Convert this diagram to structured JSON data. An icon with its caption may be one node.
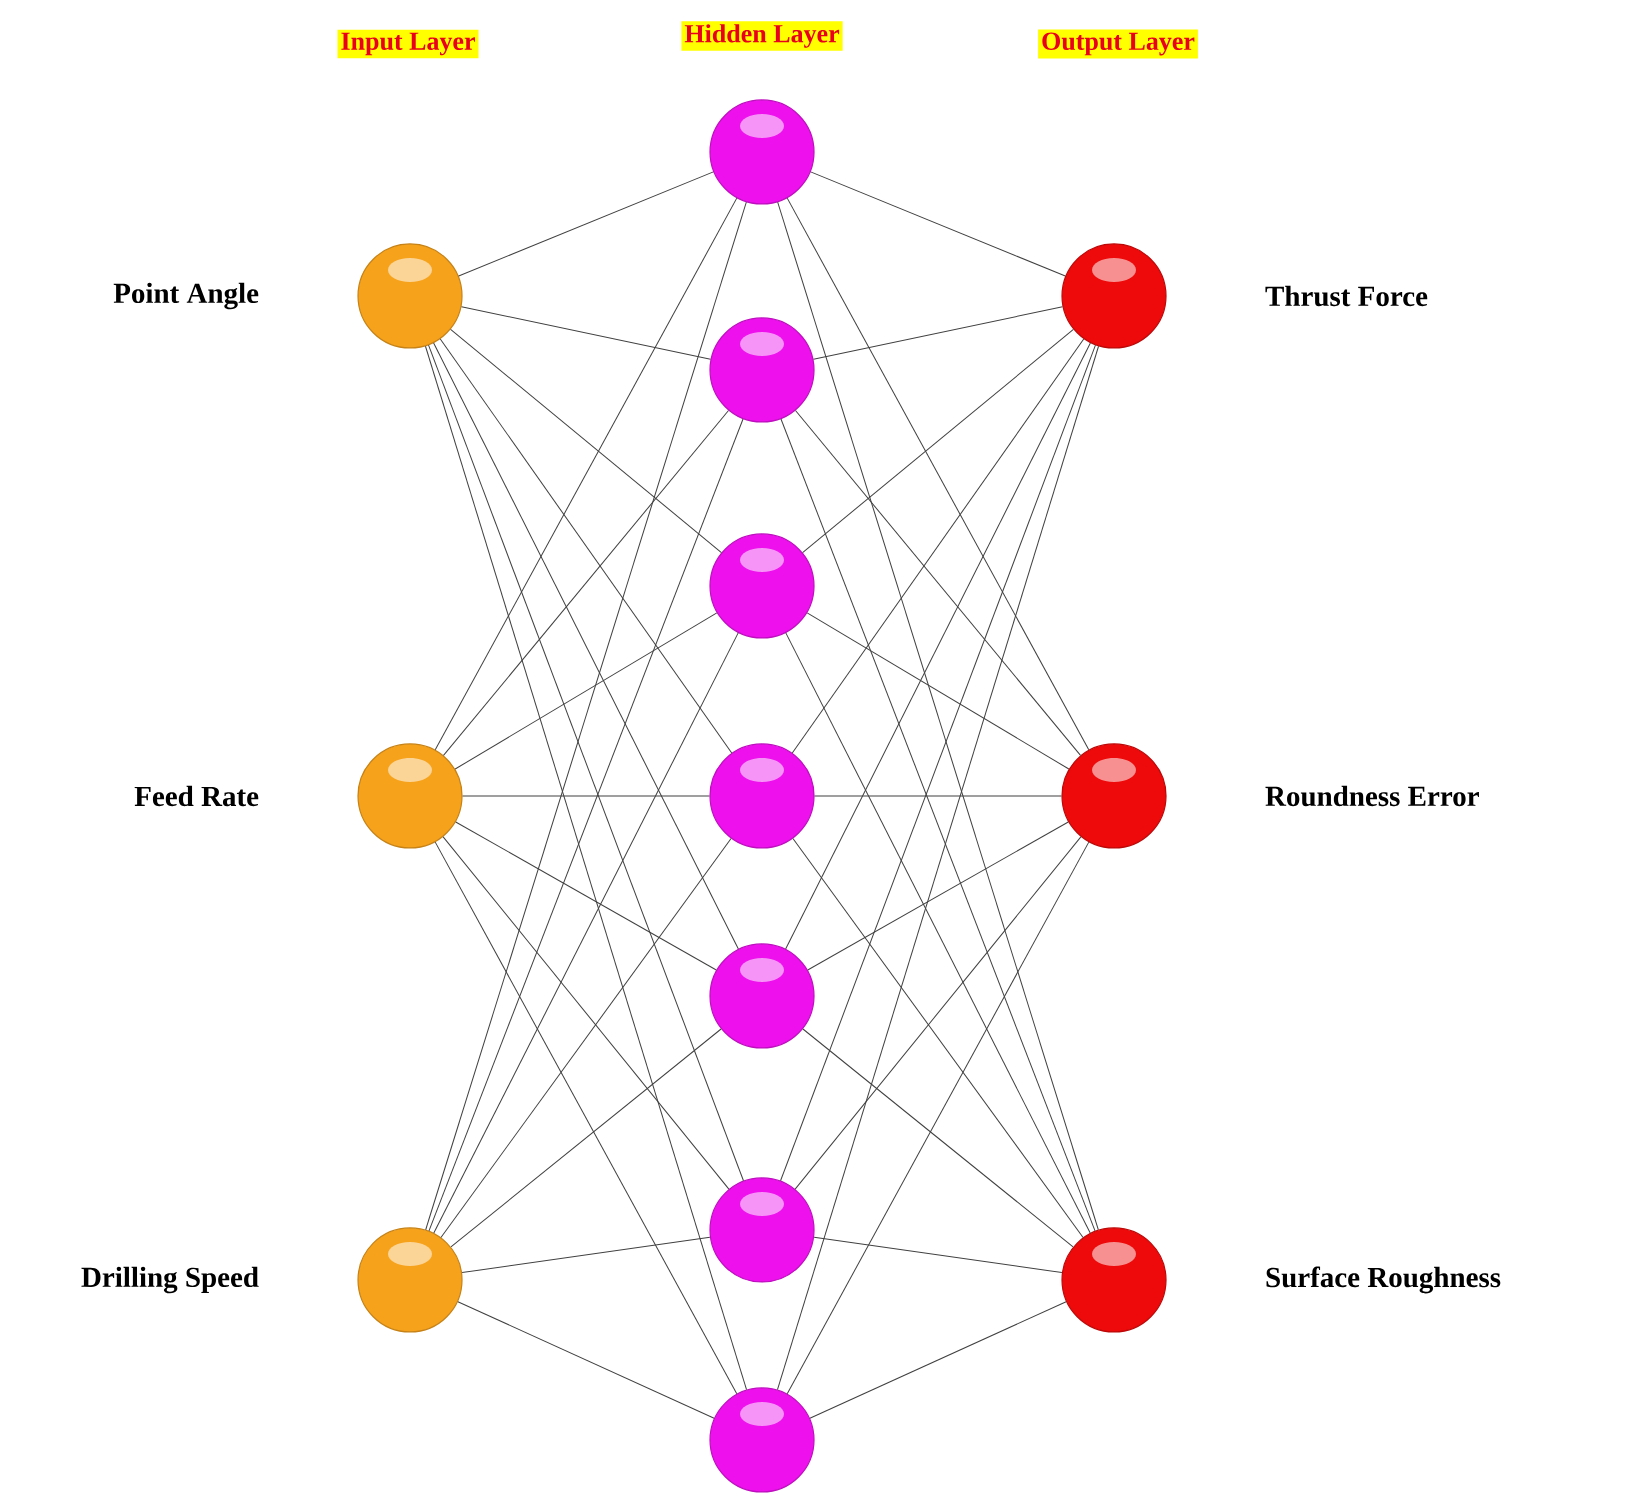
{
  "diagram": {
    "nodes": [
      {
        "text": [],
        "shape": "circle",
        "beside": [
          "Point Angle"
        ]
      },
      {
        "text": [],
        "shape": "circle",
        "beside": [
          "Feed Rate"
        ]
      },
      {
        "text": [],
        "shape": "circle",
        "beside": [
          "Drilling Speed"
        ]
      },
      {
        "text": [],
        "shape": "circle"
      },
      {
        "text": [],
        "shape": "circle"
      },
      {
        "text": [],
        "shape": "circle"
      },
      {
        "text": [],
        "shape": "circle"
      },
      {
        "text": [],
        "shape": "circle"
      },
      {
        "text": [],
        "shape": "circle"
      },
      {
        "text": [],
        "shape": "circle"
      },
      {
        "text": [],
        "shape": "circle",
        "beside": [
          "Thrust Force"
        ]
      },
      {
        "text": [],
        "shape": "circle",
        "beside": [
          "Roundness Error"
        ]
      },
      {
        "text": [],
        "shape": "circle",
        "beside": [
          "Surface Roughness"
        ]
      }
    ],
    "edges": [
      {
        "from": 0,
        "to": 3,
        "arrow": "none"
      },
      {
        "from": 0,
        "to": 4,
        "arrow": "none"
      },
      {
        "from": 0,
        "to": 5,
        "arrow": "none"
      },
      {
        "from": 0,
        "to": 6,
        "arrow": "none"
      },
      {
        "from": 0,
        "to": 7,
        "arrow": "none"
      },
      {
        "from": 0,
        "to": 8,
        "arrow": "none"
      },
      {
        "from": 0,
        "to": 9,
        "arrow": "none"
      },
      {
        "from": 1,
        "to": 3,
        "arrow": "none"
      },
      {
        "from": 1,
        "to": 4,
        "arrow": "none"
      },
      {
        "from": 1,
        "to": 5,
        "arrow": "none"
      },
      {
        "from": 1,
        "to": 6,
        "arrow": "none"
      },
      {
        "from": 1,
        "to": 7,
        "arrow": "none"
      },
      {
        "from": 1,
        "to": 8,
        "arrow": "none"
      },
      {
        "from": 1,
        "to": 9,
        "arrow": "none"
      },
      {
        "from": 2,
        "to": 3,
        "arrow": "none"
      },
      {
        "from": 2,
        "to": 4,
        "arrow": "none"
      },
      {
        "from": 2,
        "to": 5,
        "arrow": "none"
      },
      {
        "from": 2,
        "to": 6,
        "arrow": "none"
      },
      {
        "from": 2,
        "to": 7,
        "arrow": "none"
      },
      {
        "from": 2,
        "to": 8,
        "arrow": "none"
      },
      {
        "from": 2,
        "to": 9,
        "arrow": "none"
      },
      {
        "from": 3,
        "to": 10,
        "arrow": "none"
      },
      {
        "from": 3,
        "to": 11,
        "arrow": "none"
      },
      {
        "from": 3,
        "to": 12,
        "arrow": "none"
      },
      {
        "from": 4,
        "to": 10,
        "arrow": "none"
      },
      {
        "from": 4,
        "to": 11,
        "arrow": "none"
      },
      {
        "from": 4,
        "to": 12,
        "arrow": "none"
      },
      {
        "from": 5,
        "to": 10,
        "arrow": "none"
      },
      {
        "from": 5,
        "to": 11,
        "arrow": "none"
      },
      {
        "from": 5,
        "to": 12,
        "arrow": "none"
      },
      {
        "from": 6,
        "to": 10,
        "arrow": "none"
      },
      {
        "from": 6,
        "to": 11,
        "arrow": "none"
      },
      {
        "from": 6,
        "to": 12,
        "arrow": "none"
      },
      {
        "from": 7,
        "to": 10,
        "arrow": "none"
      },
      {
        "from": 7,
        "to": 11,
        "arrow": "none"
      },
      {
        "from": 7,
        "to": 12,
        "arrow": "none"
      },
      {
        "from": 8,
        "to": 10,
        "arrow": "none"
      },
      {
        "from": 8,
        "to": 11,
        "arrow": "none"
      },
      {
        "from": 8,
        "to": 12,
        "arrow": "none"
      },
      {
        "from": 9,
        "to": 10,
        "arrow": "none"
      },
      {
        "from": 9,
        "to": 11,
        "arrow": "none"
      },
      {
        "from": 9,
        "to": 12,
        "arrow": "none"
      }
    ],
    "labels": [
      "Input Layer",
      "Hidden Layer",
      "Output Layer"
    ]
  }
}
